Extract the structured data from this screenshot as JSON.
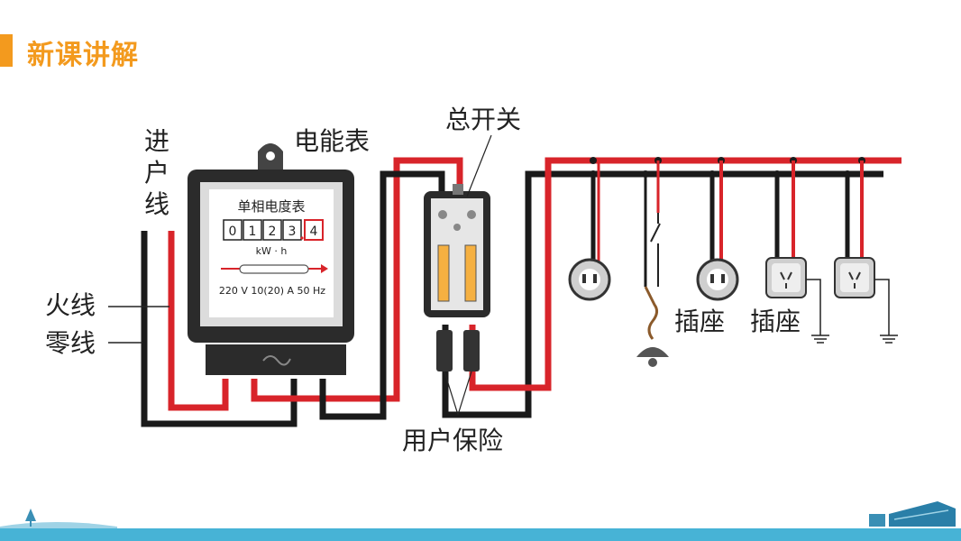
{
  "header": {
    "title": "新课讲解"
  },
  "diagram": {
    "labels": {
      "incoming_line": [
        "进",
        "户",
        "线"
      ],
      "meter": "电能表",
      "main_switch": "总开关",
      "live_wire": "火线",
      "neutral_wire": "零线",
      "user_fuse": "用户保险",
      "socket_1": "插座",
      "socket_2": "插座"
    },
    "meter_face": {
      "name": "单相电度表",
      "digits": [
        "0",
        "1",
        "2",
        "3",
        "4"
      ],
      "unit": "kW · h",
      "rating": "220 V  10(20) A  50 Hz"
    },
    "colors": {
      "live": "#d8242a",
      "neutral": "#1a1a1a",
      "accent": "#f39a1e",
      "footer": "#47b3d6"
    }
  }
}
